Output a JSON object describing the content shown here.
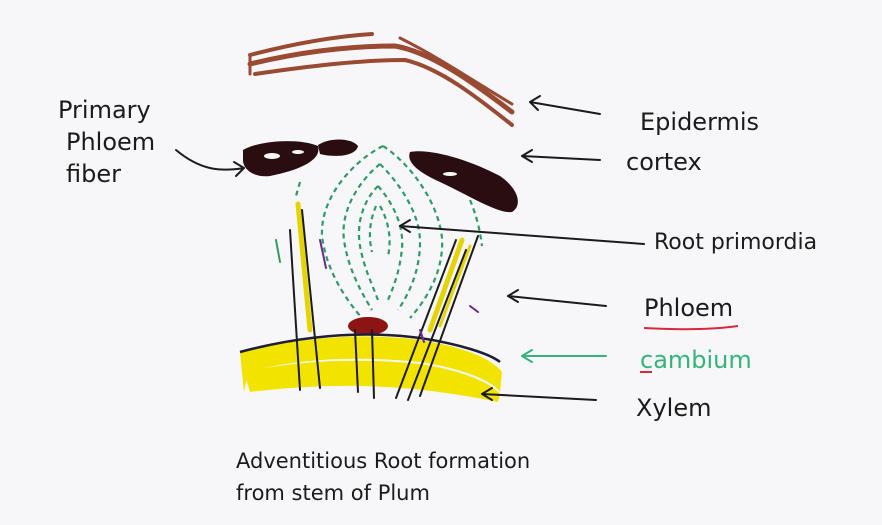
{
  "labels": {
    "primary_phloem_fiber": [
      "Primary",
      "Phloem",
      "fiber"
    ],
    "epidermis": "Epidermis",
    "cortex": "cortex",
    "root_primordia": "Root primordia",
    "phloem": "Phloem",
    "cambium": "cambium",
    "xylem": "Xylem"
  },
  "caption": {
    "line1": "Adventitious Root formation",
    "line2": "from stem of Plum"
  },
  "colors": {
    "epidermis": "#9a4a32",
    "cortex_fiber": "#2a0d10",
    "primordia": "#2f9a66",
    "phloem_lines": "#e6d400",
    "cambium": "#35b37a",
    "xylem": "#f3e400",
    "underline_red": "#d8283a",
    "ink": "#1b1b1b"
  }
}
